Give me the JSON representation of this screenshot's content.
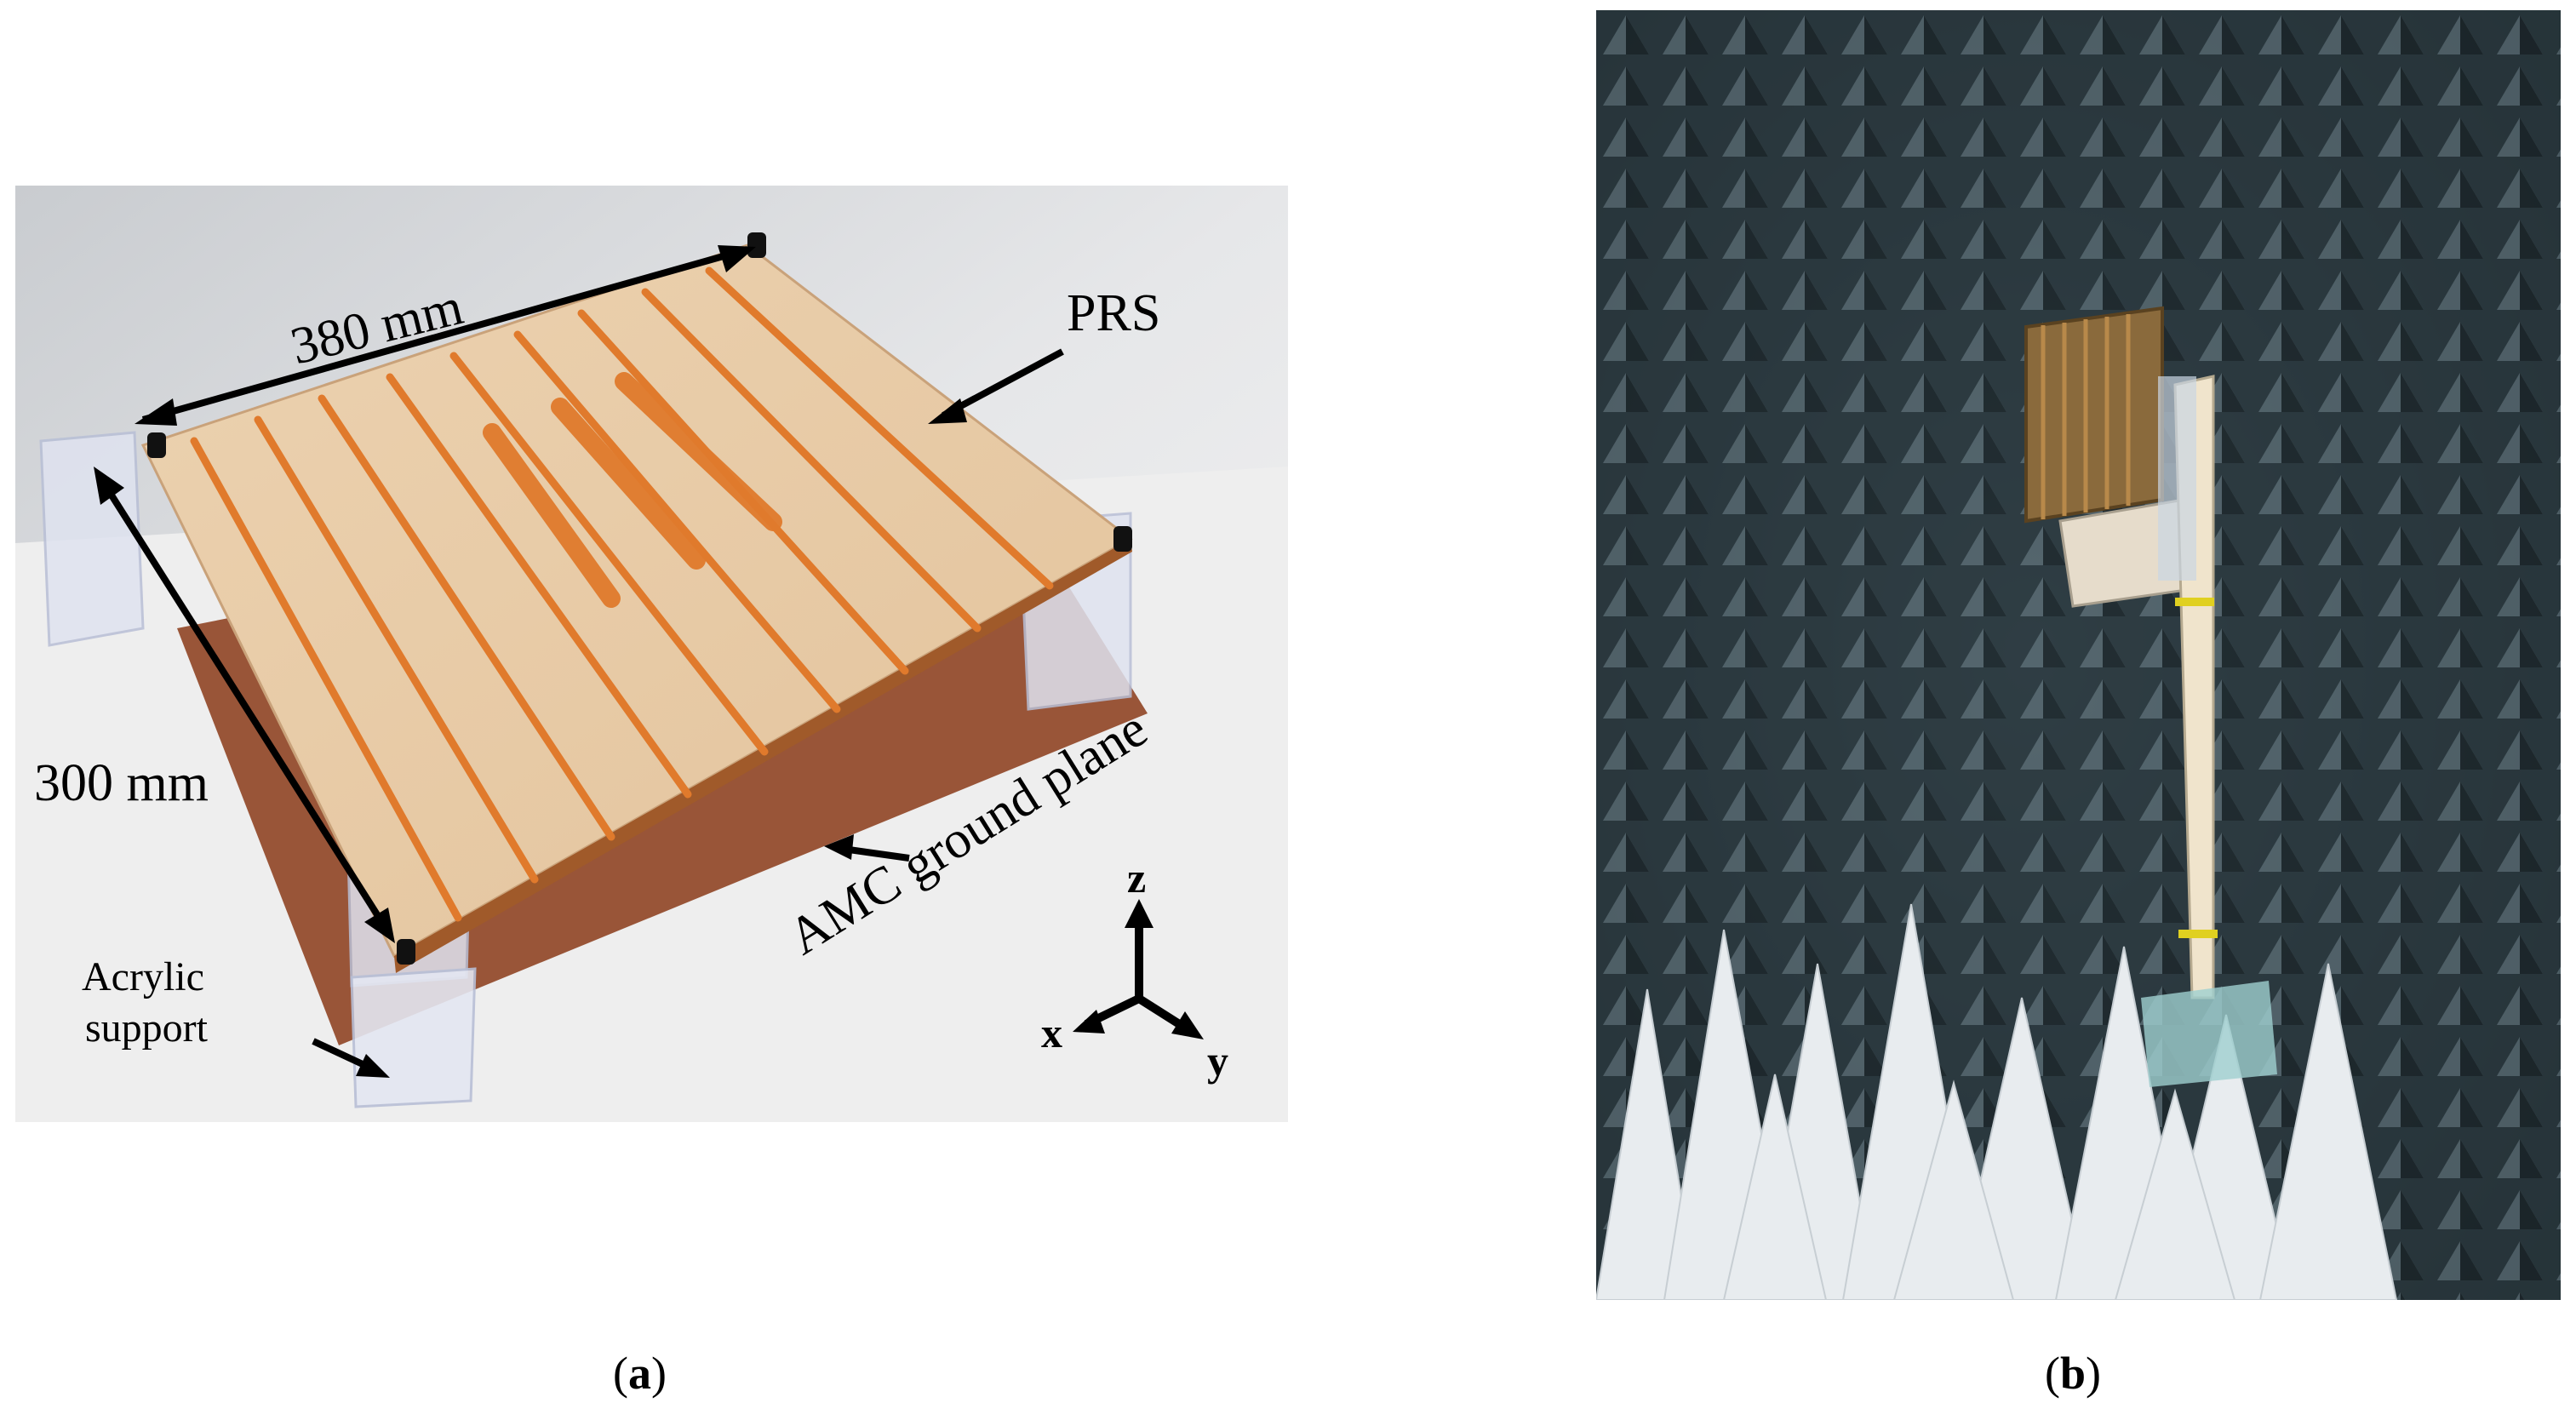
{
  "panel_a": {
    "labels": {
      "width_dim": "380 mm",
      "height_dim": "300 mm",
      "prs": "PRS",
      "amc": "AMC ground plane",
      "acrylic_line1": "Acrylic",
      "acrylic_line2": "support",
      "axis_z": "z",
      "axis_x": "x",
      "axis_y": "y"
    },
    "caption_letter": "a"
  },
  "panel_b": {
    "caption_letter": "b"
  },
  "colors": {
    "board": "#e8c9a2",
    "copper": "#e07a2c",
    "chamber_wall": "#2c3a40",
    "absorber_white": "#e8ecef"
  }
}
